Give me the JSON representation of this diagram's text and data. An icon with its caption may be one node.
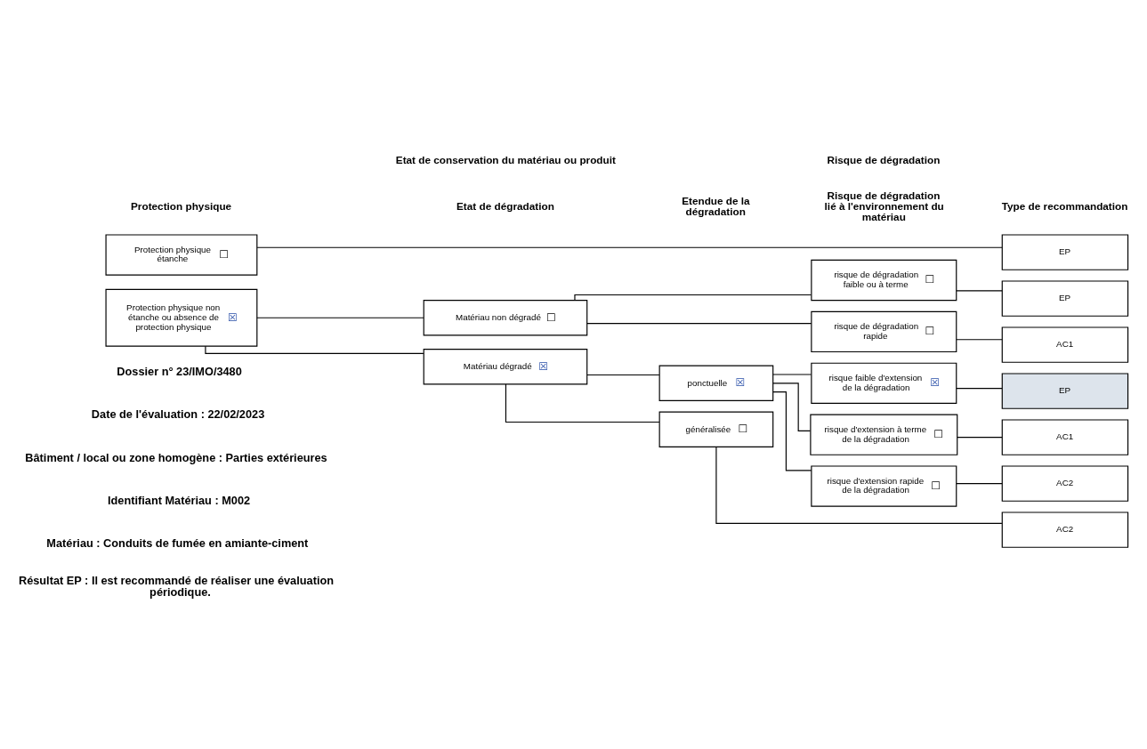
{
  "diagram": {
    "nodes": [
      {
        "text": [
          "Protection physique étanche",
          "☐"
        ]
      },
      {
        "text": [
          "Protection physique non étanche ou absence de protection physique",
          "☒"
        ]
      },
      {
        "text": [
          "Matériau non dégradé",
          "☐"
        ]
      },
      {
        "text": [
          "Matériau dégradé",
          "☒"
        ]
      },
      {
        "text": [
          "ponctuelle",
          "☒"
        ]
      },
      {
        "text": [
          "généralisée",
          "☐"
        ]
      },
      {
        "text": [
          "risque de dégradation faible ou à terme",
          "☐"
        ]
      },
      {
        "text": [
          "risque de dégradation rapide",
          "☐"
        ]
      },
      {
        "text": [
          "risque faible d'extension de la dégradation",
          "☒"
        ]
      },
      {
        "text": [
          "risque d'extension à terme de la dégradation",
          "☐"
        ]
      },
      {
        "text": [
          "risque d'extension rapide de la dégradation",
          "☐"
        ]
      },
      {
        "text": [
          "EP"
        ]
      },
      {
        "text": [
          "EP"
        ]
      },
      {
        "text": [
          "AC1"
        ]
      },
      {
        "text": [
          "EP"
        ]
      },
      {
        "text": [
          "AC1"
        ]
      },
      {
        "text": [
          "AC2"
        ]
      },
      {
        "text": [
          "AC2"
        ]
      }
    ],
    "edges": [
      {
        "from": 0,
        "to": 11,
        "arrow": "none"
      },
      {
        "from": 1,
        "to": 2,
        "arrow": "none"
      },
      {
        "from": 1,
        "to": 3,
        "arrow": "none"
      },
      {
        "from": 2,
        "to": 6,
        "arrow": "none"
      },
      {
        "from": 2,
        "to": 7,
        "arrow": "none"
      },
      {
        "from": 3,
        "to": 4,
        "arrow": "none"
      },
      {
        "from": 3,
        "to": 5,
        "arrow": "none"
      },
      {
        "from": 4,
        "to": 8,
        "arrow": "none"
      },
      {
        "from": 4,
        "to": 9,
        "arrow": "none"
      },
      {
        "from": 4,
        "to": 10,
        "arrow": "none"
      },
      {
        "from": 6,
        "to": 12,
        "arrow": "none"
      },
      {
        "from": 7,
        "to": 13,
        "arrow": "none"
      },
      {
        "from": 8,
        "to": 14,
        "arrow": "none"
      },
      {
        "from": 9,
        "to": 15,
        "arrow": "none"
      },
      {
        "from": 10,
        "to": 16,
        "arrow": "none"
      },
      {
        "from": 5,
        "to": 17,
        "arrow": "none"
      }
    ],
    "labels": [
      "Etat de conservation du matériau ou produit",
      "Risque de dégradation",
      "Protection physique",
      "Etat de dégradation",
      "Etendue de la dégradation",
      "Risque de dégradation lié à l'environnement du matériau",
      "Type de recommandation",
      "Dossier n° 23/IMO/3480",
      "Date de l'évaluation : 22/02/2023",
      "Bâtiment / local ou zone homogène : Parties extérieures",
      "Identifiant Matériau : M002",
      "Matériau : Conduits de fumée en amiante-ciment",
      "Résultat EP : Il est recommandé de réaliser une évaluation périodique."
    ]
  }
}
